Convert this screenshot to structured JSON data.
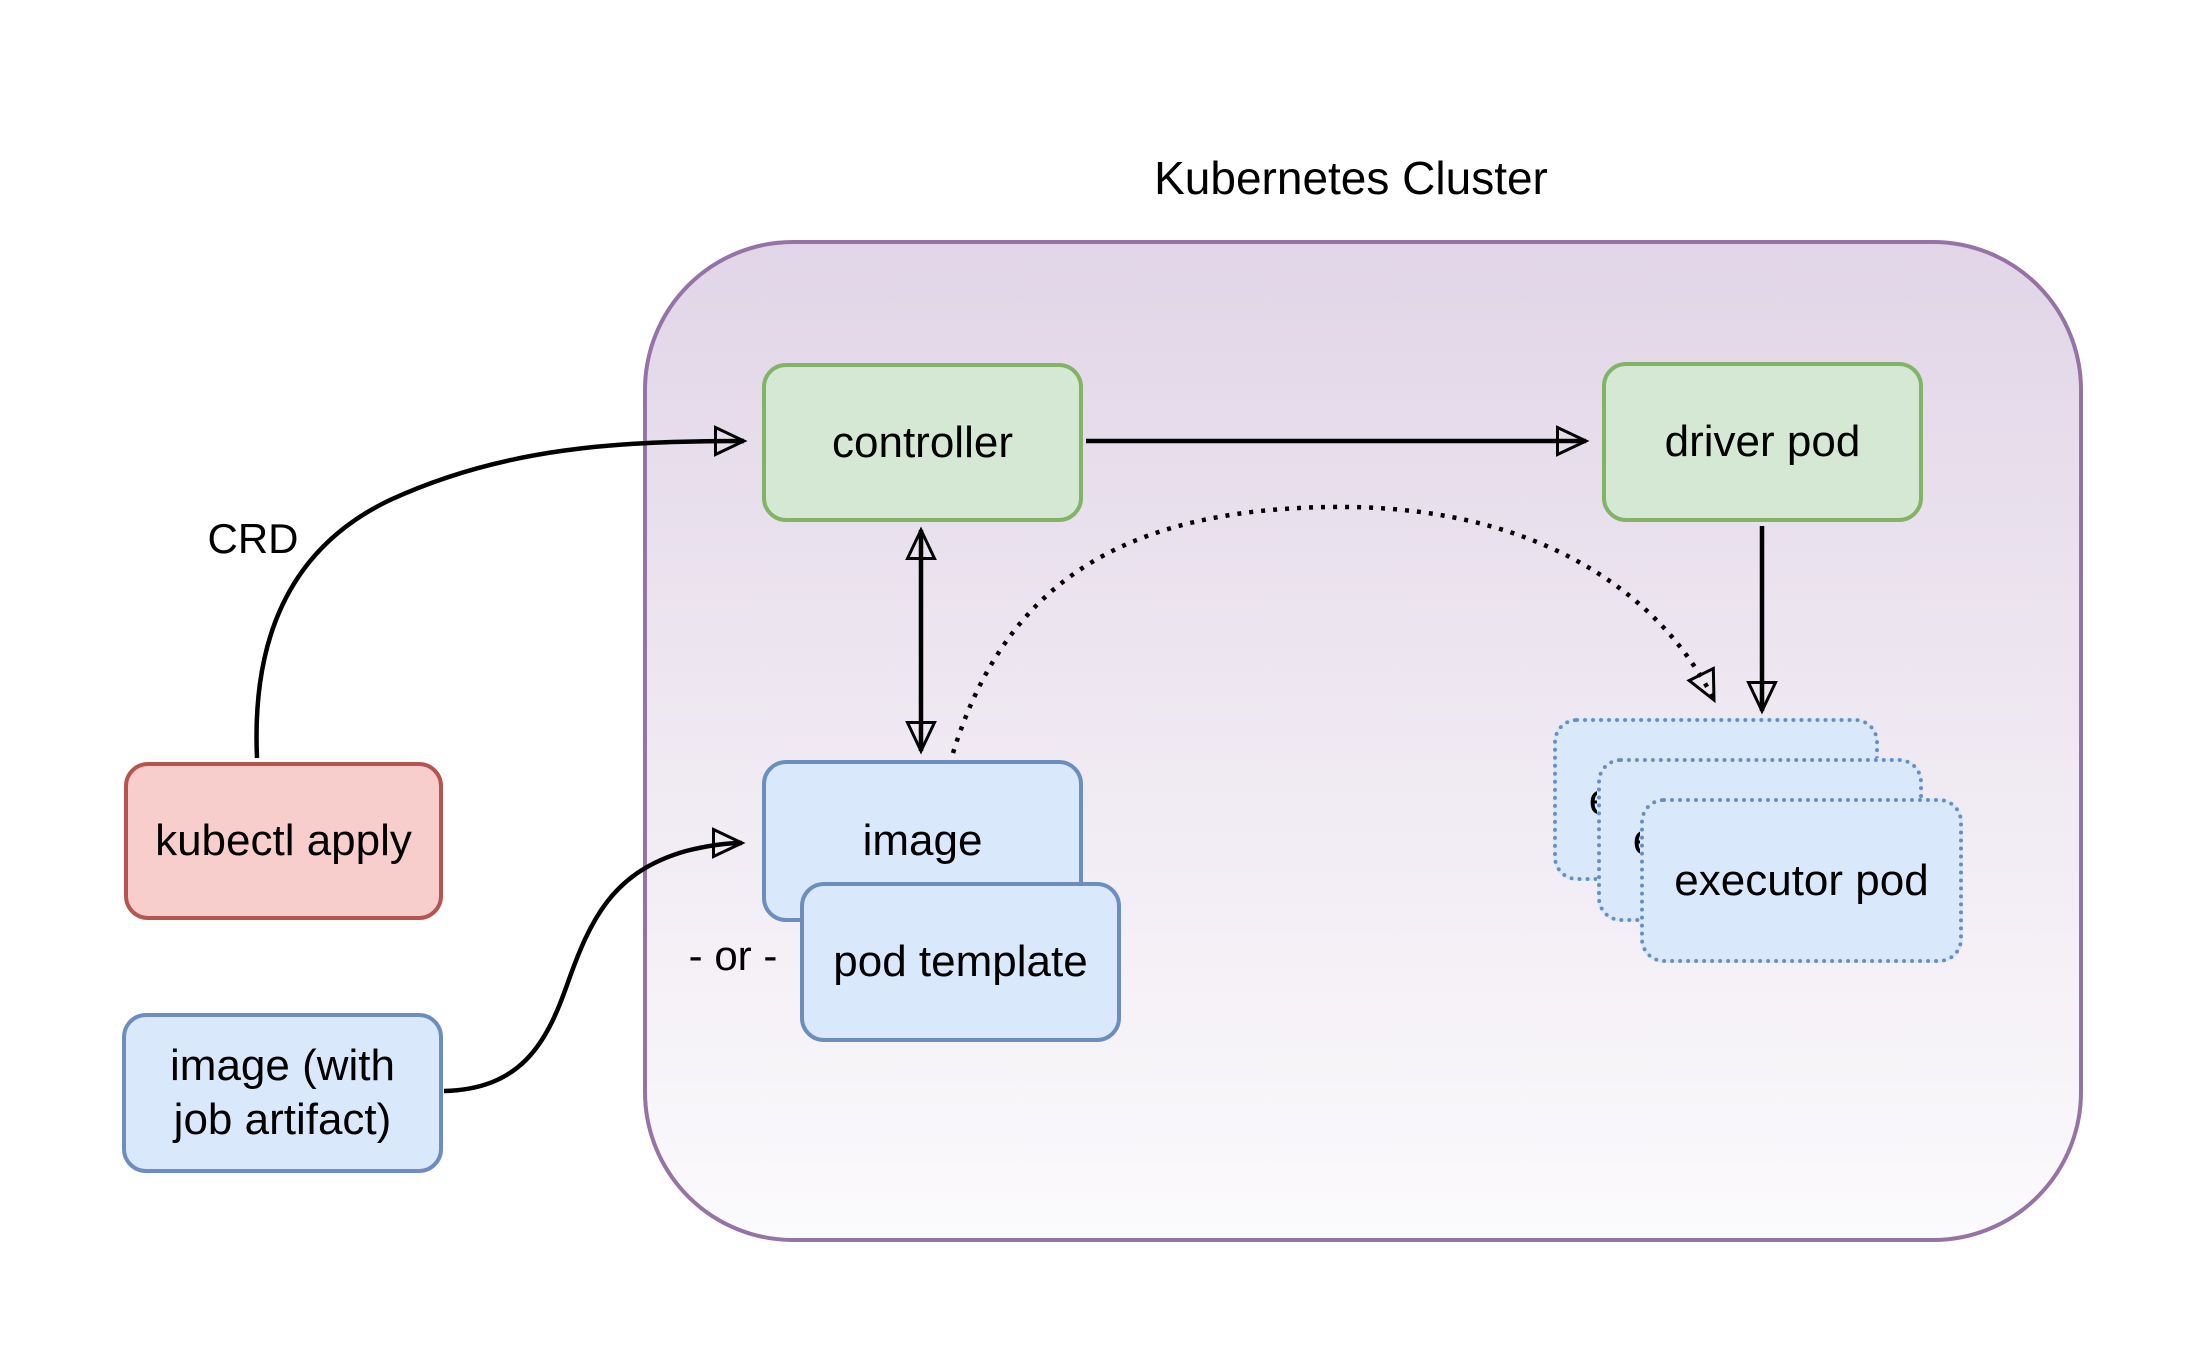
{
  "diagram": {
    "title": "Kubernetes Cluster",
    "labels": {
      "crd": "CRD",
      "or": "- or -"
    },
    "nodes": {
      "controller": "controller",
      "driver_pod": "driver pod",
      "image": "image",
      "pod_template": "pod template",
      "executor_pod": "executor pod",
      "kubectl_apply": "kubectl apply",
      "image_job_artifact": "image (with job artifact)"
    },
    "edges": [
      {
        "from": "kubectl apply",
        "to": "controller",
        "label": "CRD",
        "style": "solid-curved-arrow"
      },
      {
        "from": "controller",
        "to": "driver pod",
        "style": "solid-arrow"
      },
      {
        "from": "controller",
        "to": "image",
        "style": "solid-double-arrow"
      },
      {
        "from": "image",
        "to": "executor pod",
        "style": "dotted-curved-arrow"
      },
      {
        "from": "driver pod",
        "to": "executor pod",
        "style": "solid-arrow"
      },
      {
        "from": "image (with job artifact)",
        "to": "image",
        "style": "solid-curved-arrow"
      }
    ],
    "colors": {
      "cluster_border": "#9673a6",
      "cluster_fill_top": "#e1d5e7",
      "cluster_fill_bottom": "#fbfafc",
      "green_fill": "#d5e8d4",
      "green_border": "#82b366",
      "blue_fill": "#dae8fc",
      "blue_border": "#6c8ebf",
      "red_fill": "#f8cecc",
      "red_border": "#b85450",
      "arrow": "#000000",
      "text": "#000000",
      "background": "#ffffff"
    }
  }
}
